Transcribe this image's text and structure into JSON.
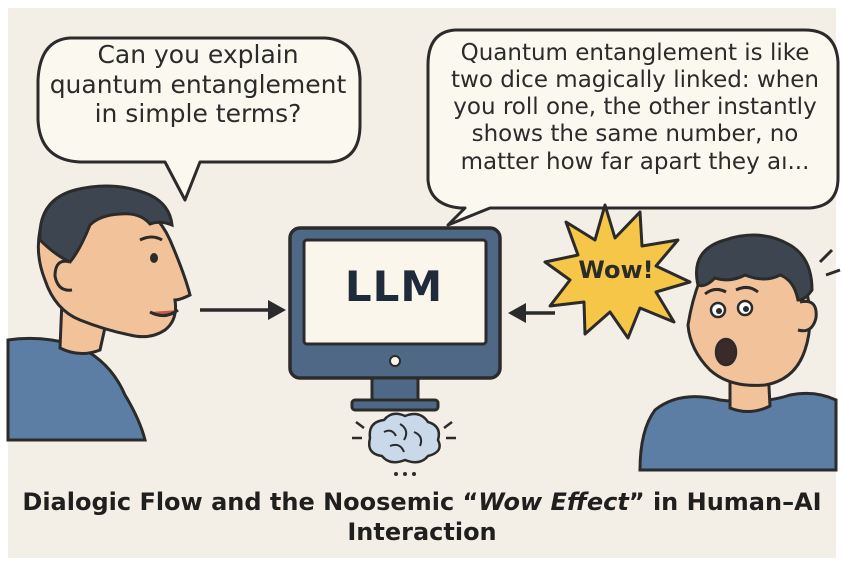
{
  "question_bubble": {
    "text": "Can you explain quantum entanglement in simple terms?"
  },
  "answer_bubble": {
    "text": "Quantum entanglement is like two dice magically linked: when you roll one, the other instantly shows the same number, no matter how far apart they aı..."
  },
  "monitor": {
    "label": "LLM"
  },
  "exclamation": {
    "text": "Wow!"
  },
  "caption": {
    "before": "Dialogic Flow and the Noosemic “",
    "emphasis": "Wow Effect",
    "after": "” in Human–AI Interaction"
  },
  "colors": {
    "background": "#f4efe6",
    "bubble_fill": "#fbf8f0",
    "outline": "#2b2b2b",
    "skin": "#f2c39a",
    "hair": "#3d4650",
    "shirt": "#5d7ea4",
    "monitor_body": "#4f6885",
    "screen": "#faf6ec",
    "burst": "#f6c648"
  }
}
